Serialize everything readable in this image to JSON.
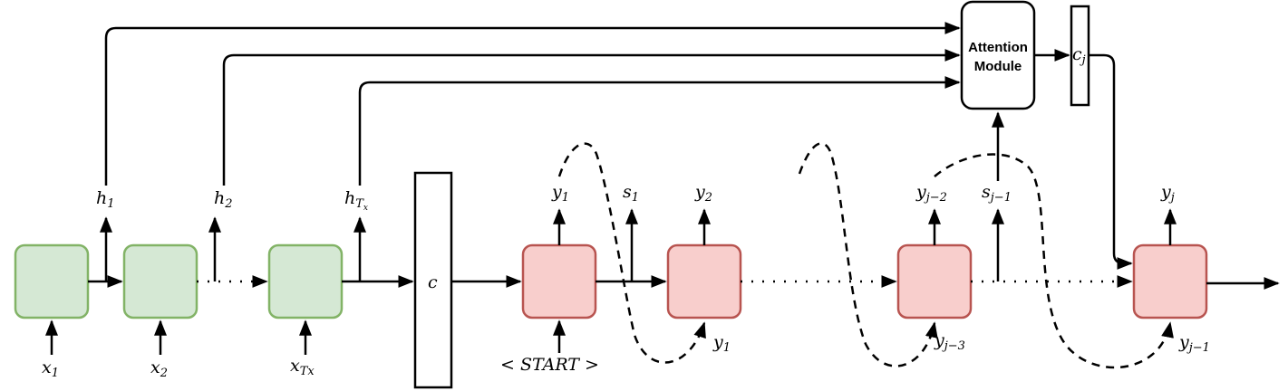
{
  "encoder": {
    "inputs": [
      {
        "base": "x",
        "sub": "1"
      },
      {
        "base": "x",
        "sub": "2"
      },
      {
        "base": "x",
        "sub": "Tx"
      }
    ],
    "hidden": [
      {
        "base": "h",
        "sub": "1"
      },
      {
        "base": "h",
        "sub": "2"
      },
      {
        "base": "h",
        "sub": "T",
        "subsub": "x"
      }
    ]
  },
  "context": {
    "label": "c"
  },
  "attention": {
    "line1": "Attention",
    "line2": "Module"
  },
  "context_j": {
    "base": "c",
    "sub": "j"
  },
  "decoder": {
    "outputs": [
      {
        "base": "y",
        "sub": "1"
      },
      {
        "base": "y",
        "sub": "2"
      },
      {
        "base": "y",
        "sub": "j−2"
      },
      {
        "base": "y",
        "sub": "j"
      }
    ],
    "states": [
      {
        "base": "s",
        "sub": "1"
      },
      {
        "base": "s",
        "sub": "j−1"
      }
    ],
    "feedback": [
      {
        "base": "y",
        "sub": "1"
      },
      {
        "base": "y",
        "sub": "j−3"
      },
      {
        "base": "y",
        "sub": "j−1"
      }
    ],
    "start_token": "< START >"
  },
  "colors": {
    "encoder_fill": "#d5e8d4",
    "encoder_stroke": "#82b366",
    "decoder_fill": "#f8cecc",
    "decoder_stroke": "#b85450"
  }
}
